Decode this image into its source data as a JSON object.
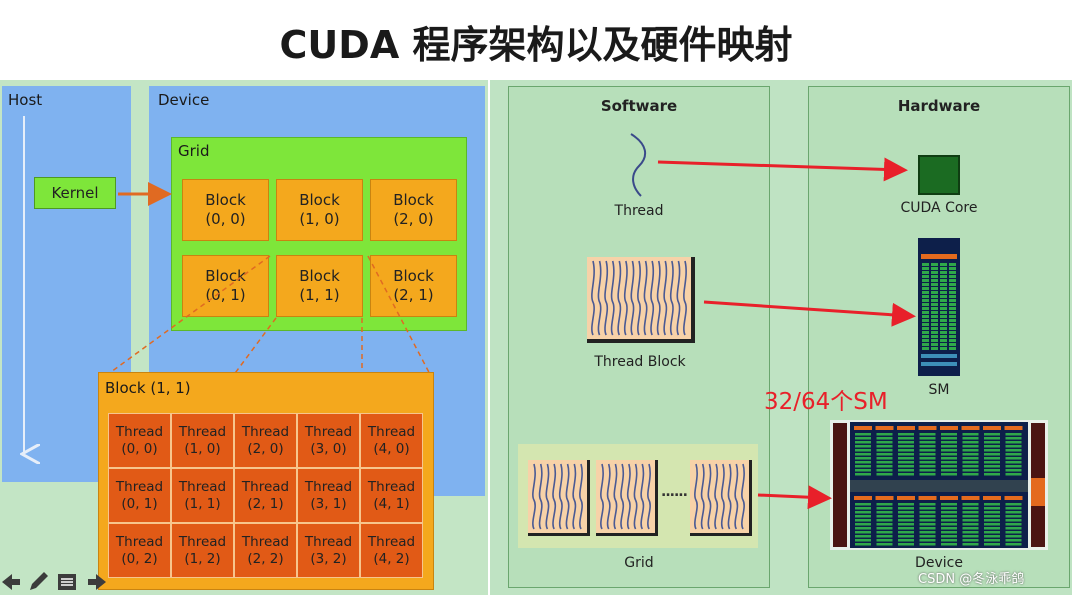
{
  "title": "CUDA 程序架构以及硬件映射",
  "host": {
    "label": "Host",
    "kernel_label": "Kernel"
  },
  "device": {
    "label": "Device",
    "grid_label": "Grid"
  },
  "grid_blocks": [
    {
      "name": "Block",
      "coord": "(0, 0)"
    },
    {
      "name": "Block",
      "coord": "(1, 0)"
    },
    {
      "name": "Block",
      "coord": "(2, 0)"
    },
    {
      "name": "Block",
      "coord": "(0, 1)"
    },
    {
      "name": "Block",
      "coord": "(1, 1)"
    },
    {
      "name": "Block",
      "coord": "(2, 1)"
    }
  ],
  "expanded_block": {
    "label": "Block (1, 1)",
    "threads": [
      {
        "name": "Thread",
        "coord": "(0, 0)"
      },
      {
        "name": "Thread",
        "coord": "(1, 0)"
      },
      {
        "name": "Thread",
        "coord": "(2, 0)"
      },
      {
        "name": "Thread",
        "coord": "(3, 0)"
      },
      {
        "name": "Thread",
        "coord": "(4, 0)"
      },
      {
        "name": "Thread",
        "coord": "(0, 1)"
      },
      {
        "name": "Thread",
        "coord": "(1, 1)"
      },
      {
        "name": "Thread",
        "coord": "(2, 1)"
      },
      {
        "name": "Thread",
        "coord": "(3, 1)"
      },
      {
        "name": "Thread",
        "coord": "(4, 1)"
      },
      {
        "name": "Thread",
        "coord": "(0, 2)"
      },
      {
        "name": "Thread",
        "coord": "(1, 2)"
      },
      {
        "name": "Thread",
        "coord": "(2, 2)"
      },
      {
        "name": "Thread",
        "coord": "(3, 2)"
      },
      {
        "name": "Thread",
        "coord": "(4, 2)"
      }
    ]
  },
  "software": {
    "title": "Software",
    "thread_label": "Thread",
    "thread_block_label": "Thread Block",
    "grid_label": "Grid",
    "ellipsis": "......"
  },
  "hardware": {
    "title": "Hardware",
    "cuda_core_label": "CUDA Core",
    "sm_label": "SM",
    "device_label": "Device"
  },
  "annotation": "32/64个SM",
  "watermark": "CSDN @冬泳乖鸽",
  "toolbar_icons": [
    "arrow-left-icon",
    "pen-icon",
    "menu-icon",
    "arrow-right-icon"
  ],
  "colors": {
    "host_blue": "#7fb2f0",
    "grid_green": "#7ee63a",
    "block_orange": "#f4a81d",
    "thread_red": "#e15a16",
    "panel_green": "#bfe3c3",
    "arrow_red": "#e8202a",
    "arrow_orange": "#e06a22"
  }
}
